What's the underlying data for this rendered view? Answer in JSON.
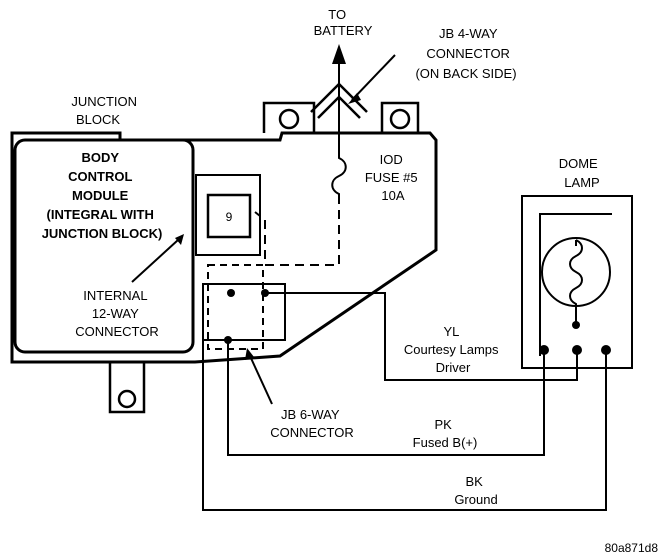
{
  "labels": {
    "to_battery": [
      "TO",
      "BATTERY"
    ],
    "jb4_connector": [
      "JB 4-WAY",
      "CONNECTOR",
      "(ON BACK SIDE)"
    ],
    "junction_block": [
      "JUNCTION",
      "BLOCK"
    ],
    "bcm": [
      "BODY",
      "CONTROL",
      "MODULE",
      "(INTEGRAL WITH",
      "JUNCTION BLOCK)"
    ],
    "iod_fuse": [
      "IOD",
      "FUSE #5",
      "10A"
    ],
    "fuse_cavity": "9",
    "dome_lamp": [
      "DOME",
      "LAMP"
    ],
    "internal_connector": [
      "INTERNAL",
      "12-WAY",
      "CONNECTOR"
    ],
    "wire_yl": [
      "YL",
      "Courtesy Lamps",
      "Driver"
    ],
    "jb6_connector": [
      "JB 6-WAY",
      "CONNECTOR"
    ],
    "wire_pk": [
      "PK",
      "Fused B(+)"
    ],
    "wire_bk": [
      "BK",
      "Ground"
    ],
    "figure_code": "80a871d8"
  }
}
